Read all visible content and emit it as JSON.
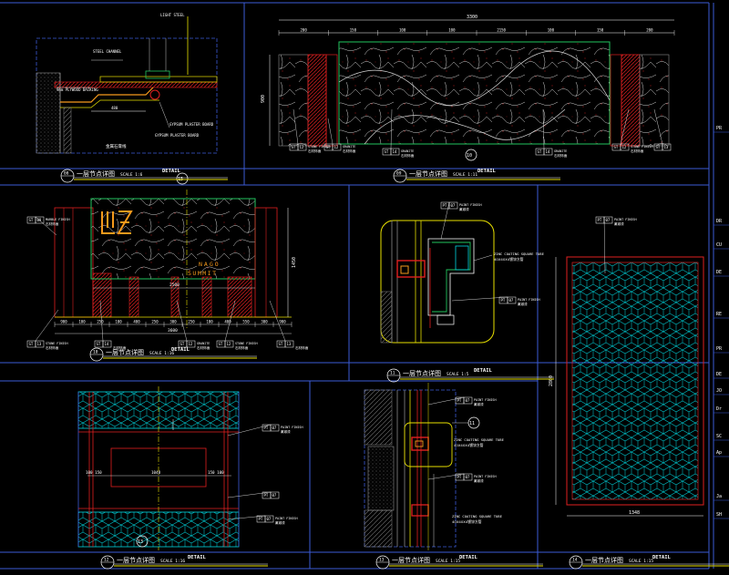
{
  "colors": {
    "background": "#000000",
    "frame": "#3b5bd6",
    "red": "#e02020",
    "green": "#22c55e",
    "yellow": "#e8e000",
    "white": "#ffffff",
    "cyan": "#00d8e0",
    "orange": "#f59a1c",
    "gray": "#8a8a8a",
    "magenta": "#ff40ff"
  },
  "panels": [
    {
      "num": "08",
      "title": "DETAIL",
      "name": "一层节点详图",
      "scale": "SCALE 1:6"
    },
    {
      "num": "09",
      "title": "DETAIL",
      "name": "一层节点详图",
      "scale": "SCALE 1:11"
    },
    {
      "num": "10",
      "title": "DETAIL",
      "name": "一层节点详图",
      "scale": "SCALE 1:16"
    },
    {
      "num": "11",
      "title": "DETAIL",
      "name": "一层节点详图",
      "scale": "SCALE 1:5"
    },
    {
      "num": "12",
      "title": "DETAIL",
      "name": "一层节点详图",
      "scale": "SCALE 1:16"
    },
    {
      "num": "13",
      "title": "DETAIL",
      "name": "一层节点详图",
      "scale": "SCALE 1:15"
    },
    {
      "num": "14",
      "title": "DETAIL",
      "name": "一层节点详图",
      "scale": "SCALE 1:15"
    }
  ],
  "p08": {
    "light_steel": "LIGHT STEEL",
    "steel_channel": "STEEL CHANNEL",
    "plywood": "9mm PLYWOOD BACKING",
    "dim": "480",
    "gypsum_board": "GYPSUM PLASTER BOARD",
    "gypsum_board_2": "GYPSUM PLASTER BOARD",
    "tag": "金属石膏线"
  },
  "p09": {
    "overall_dim": "3300",
    "dims": [
      "200",
      "150",
      "100",
      "100",
      "2150",
      "100",
      "150",
      "200"
    ],
    "height_dim": "900",
    "tags": [
      {
        "code": "ST",
        "num": "12",
        "label": "STONE FINISH",
        "cn": "石材饰面"
      },
      {
        "code": "ST",
        "num": "12",
        "label": "GRANITE",
        "cn": "石材饰面"
      },
      {
        "code": "ST",
        "num": "14",
        "label": "GRANITE",
        "cn": "石材饰面"
      },
      {
        "code": "ST",
        "num": "14",
        "label": "GRANITE",
        "cn": "石材饰面"
      },
      {
        "code": "ST",
        "num": "12",
        "label": "STONE FINISH",
        "cn": "石材饰面"
      },
      {
        "code": "ST",
        "num": "13",
        "label": "",
        "cn": ""
      }
    ],
    "section_mark": "10"
  },
  "p10": {
    "logo_line1": "NAGO",
    "logo_line2": "SUMMIT",
    "section_mark": "15",
    "height_dim": "1450",
    "width_dim": "2500",
    "bottom_dims": [
      "900",
      "100",
      "250",
      "100",
      "400",
      "250",
      "300",
      "250",
      "100",
      "400",
      "550",
      "300",
      "900"
    ],
    "overall_dim": "3600",
    "tags": [
      {
        "code": "ST",
        "num": "09",
        "label": "MARBLE FINISH",
        "cn": "石材饰面"
      },
      {
        "code": "ST",
        "num": "13",
        "label": "STONE FINISH",
        "cn": "石材饰面"
      },
      {
        "code": "ST",
        "num": "14",
        "label": "",
        "cn": "石材饰面"
      },
      {
        "code": "ST",
        "num": "12",
        "label": "GRANITE",
        "cn": "石材饰面"
      },
      {
        "code": "ST",
        "num": "12",
        "label": "STONE FINISH",
        "cn": "石材饰面"
      },
      {
        "code": "ST",
        "num": "13",
        "label": "",
        "cn": "石材饰面"
      }
    ]
  },
  "p11": {
    "tags": [
      {
        "code": "PT",
        "num": "07",
        "label": "PAINT FINISH",
        "cn": "氟碳漆"
      },
      {
        "code": "PT",
        "num": "07",
        "label": "PAINT FINISH",
        "cn": "氟碳漆"
      }
    ],
    "tube": "ZINC COATING SQUARE TUBE",
    "tube_spec": "40X40X4镀锌方管"
  },
  "p12": {
    "dims_left": "100  150",
    "dim_center": "1048",
    "dims_right": "150  100",
    "tags": [
      {
        "code": "PT",
        "num": "07",
        "label": "PAINT FINISH",
        "cn": "氟碳漆"
      },
      {
        "code": "PT",
        "num": "07",
        "label": "",
        "cn": ""
      },
      {
        "code": "PT",
        "num": "07",
        "label": "PAINT FINISH",
        "cn": "氟碳漆"
      }
    ],
    "section_mark": "13"
  },
  "p13": {
    "tags": [
      {
        "code": "PT",
        "num": "07",
        "label": "PAINT FINISH",
        "cn": "氟碳漆"
      },
      {
        "code": "PT",
        "num": "07",
        "label": "PAINT FINISH",
        "cn": "氟碳漆"
      }
    ],
    "tube": "ZINC COATING SQUARE TUBE",
    "tube_spec": "40X40X4镀锌方管",
    "tube_b": "ZINC COATING SQUARE TUBE",
    "tube_b_spec": "40X40X4镀锌方管",
    "callout": "11"
  },
  "p14": {
    "tag": {
      "code": "PT",
      "num": "07",
      "label": "PAINT FINISH",
      "cn": "氟碳漆"
    },
    "height_dim": "2800",
    "width_dim": "1348"
  },
  "right_edge_labels": [
    "PR",
    "DR",
    "CU",
    "DE",
    "RE",
    "PR",
    "DE",
    "JO",
    "Dr",
    "SC",
    "Ap",
    "Ja",
    "SH"
  ]
}
